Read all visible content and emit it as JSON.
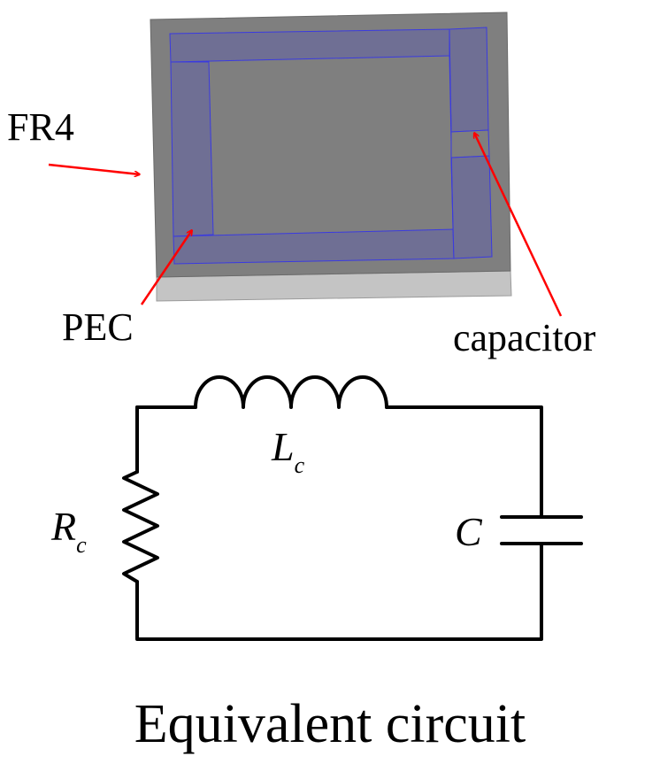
{
  "colors": {
    "substrate": "#7f7f7f",
    "substrate_edge": "#c4c4c4",
    "pec": "#6f6f94",
    "pec_line": "#3a3ae0",
    "arrow": "#ff0000",
    "wire": "#000000"
  },
  "labels": {
    "fr4": "FR4",
    "pec": "PEC",
    "capacitor": "capacitor"
  },
  "circuit": {
    "inductor": "L",
    "inductor_sub": "c",
    "resistor": "R",
    "resistor_sub": "c",
    "capacitor": "C"
  },
  "caption": "Equivalent circuit"
}
